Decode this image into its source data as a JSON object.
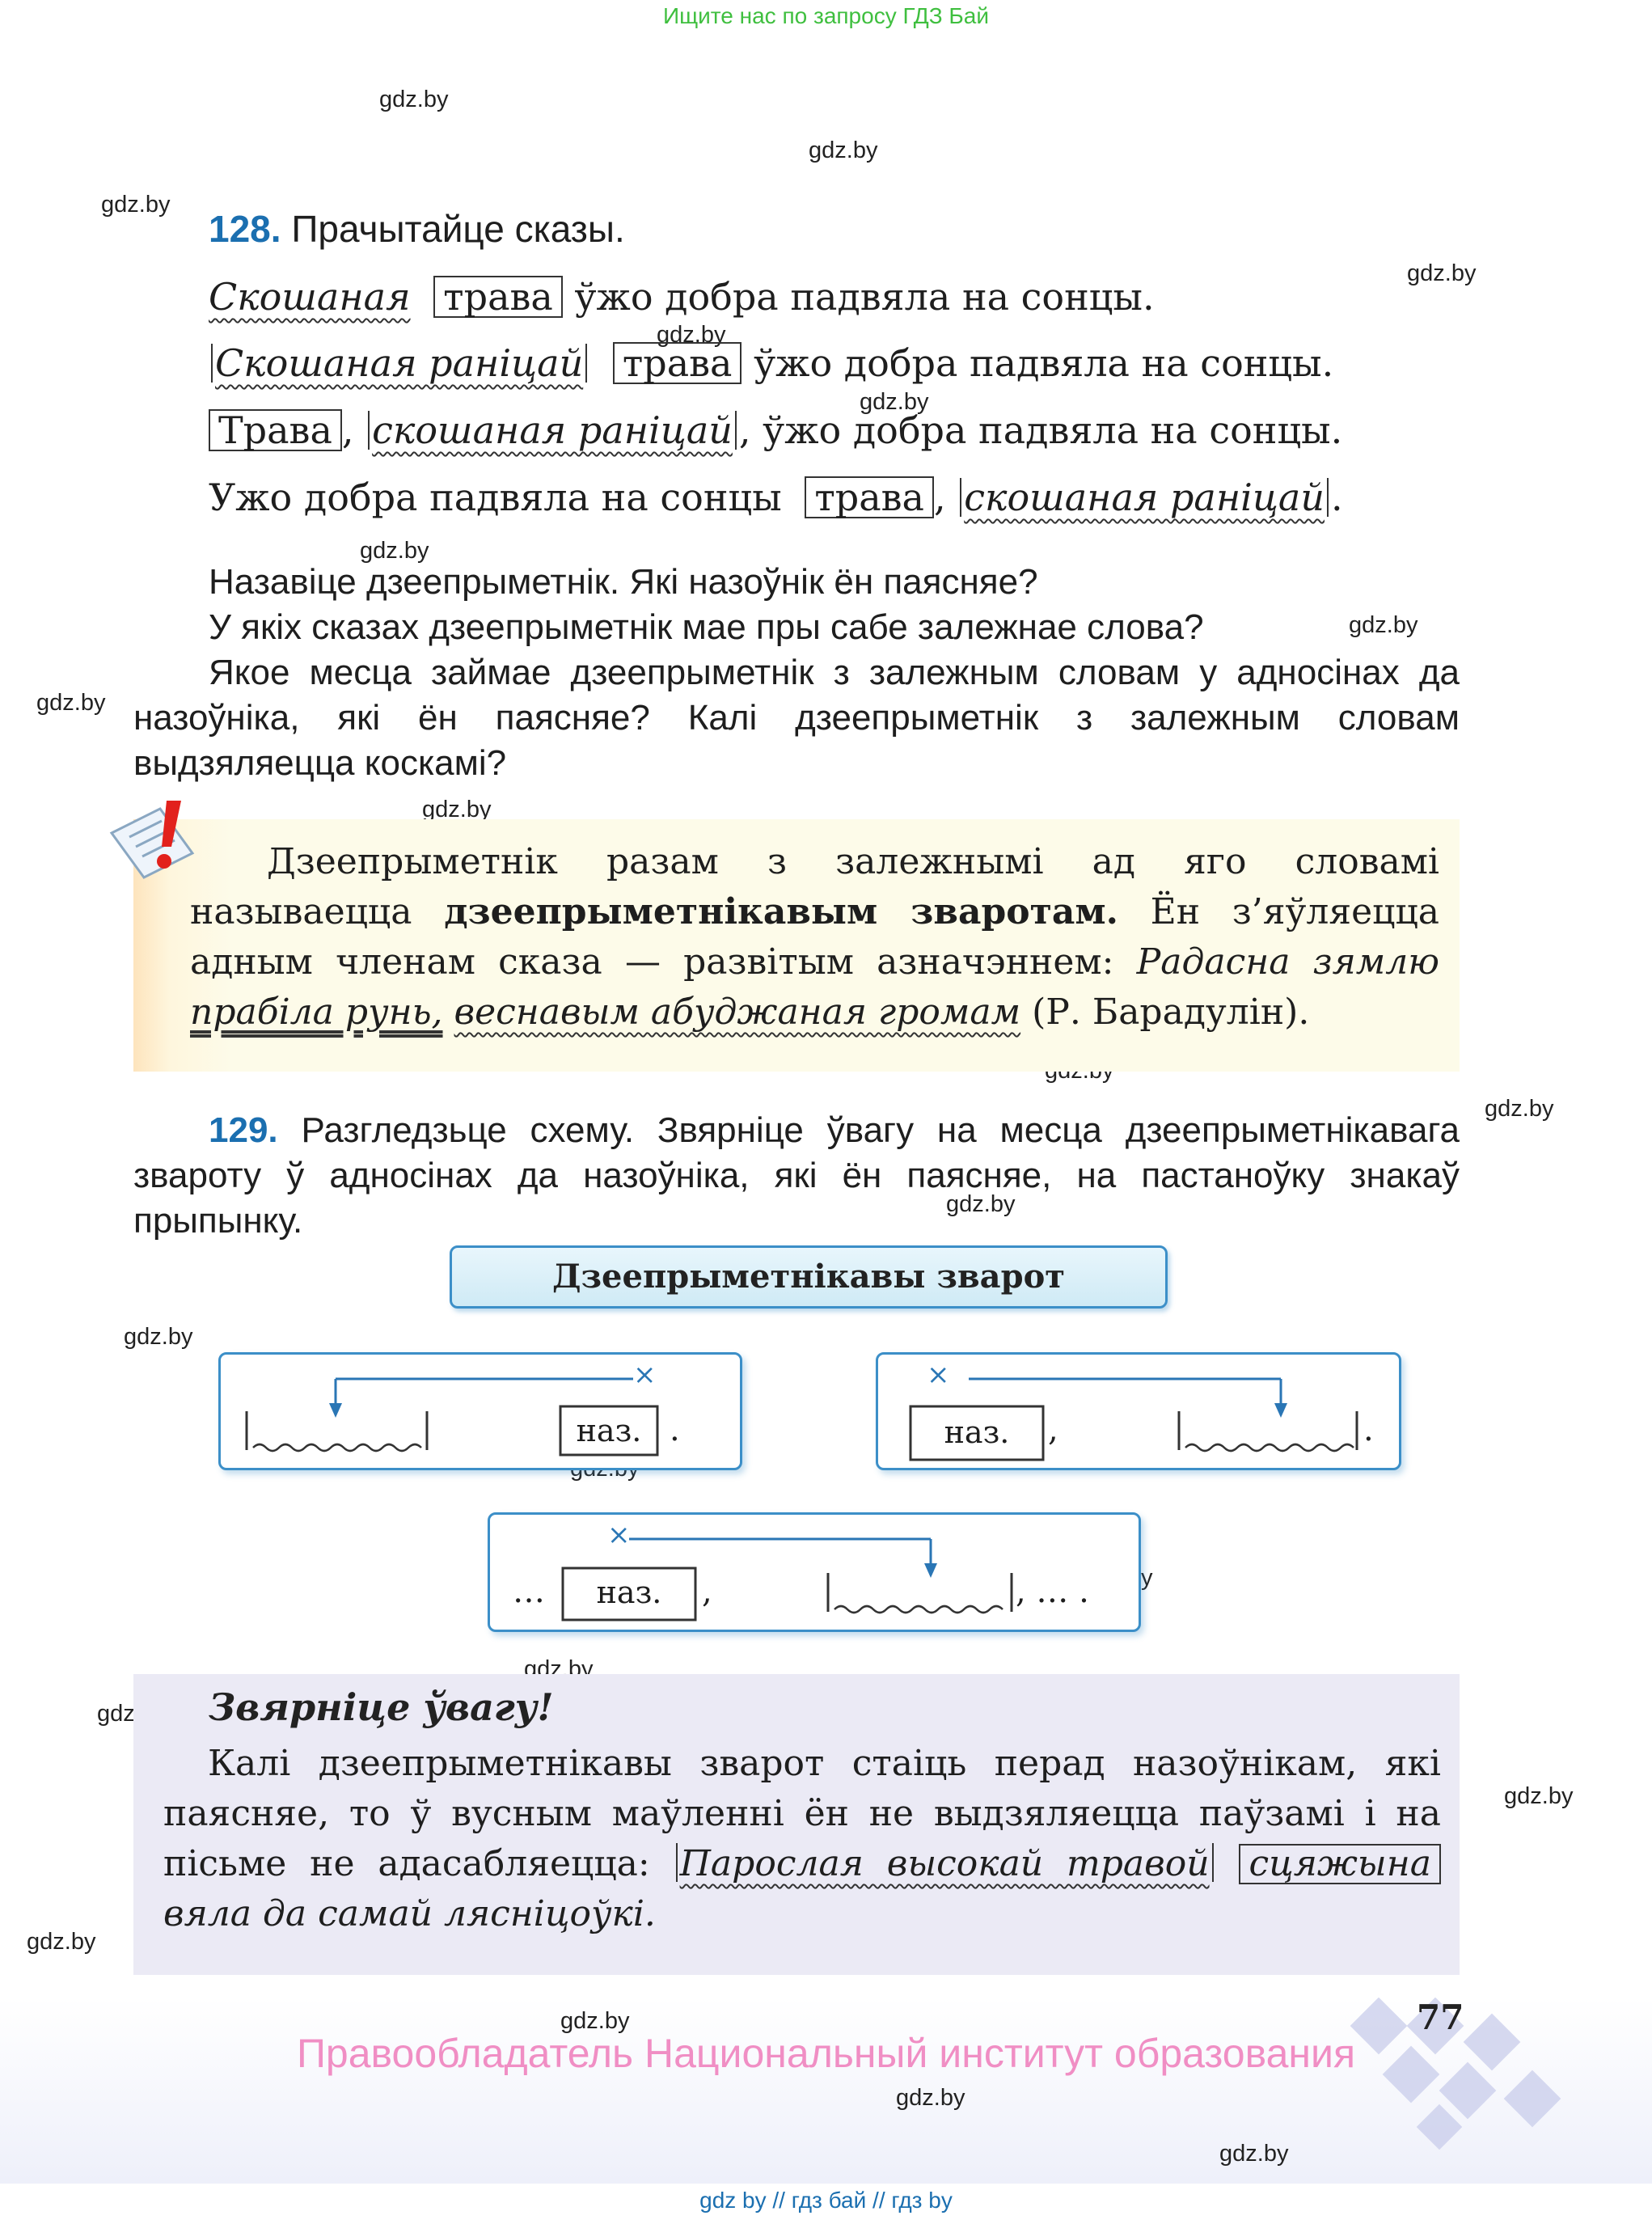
{
  "banner": "Ищите нас по запросу ГДЗ Бай",
  "watermark": "gdz.by",
  "task128": {
    "num": "128.",
    "instruction": "Прачытайце сказы.",
    "s1": {
      "participle": "Скошаная",
      "noun": "трава",
      "rest": "ўжо добра падвяла на сонцы."
    },
    "s2": {
      "phrase": "Скошаная раніцай",
      "noun": "трава",
      "rest": "ўжо добра падвяла на сонцы."
    },
    "s3": {
      "noun": "Трава",
      "comma": ",",
      "phrase": "скошаная раніцай",
      "rest": ", ўжо добра падвяла на сонцы."
    },
    "s4": {
      "start": "Ужо добра падвяла на сонцы",
      "noun": "трава",
      "comma": ",",
      "phrase": "скошаная раніцай",
      "end": "."
    },
    "q1": "Назавіце дзеепрыметнік. Які назоўнік ён паясняе?",
    "q2": "У якіх сказах дзеепрыметнік мае пры сабе залежнае слова?",
    "q3": "Якое месца займае дзеепрыметнік з залежным словам у адносінах да назоўніка, які ён паясняе? Калі дзеепрыметнік з залежным словам выдзяляецца коскамі?"
  },
  "rule": {
    "text_start": "Дзеепрыметнік разам з залежнымі ад яго словамі называецца",
    "term": "дзеепрыметнікавым зваротам.",
    "text_mid": "Ён з’яўляецца адным членам сказа — развітым азначэннем:",
    "ex_a": "Радасна зямлю",
    "ex_b": "прабіла рунь,",
    "ex_c": "веснавым абуджаная громам",
    "author": "(Р. Барадулін)."
  },
  "task129": {
    "num": "129.",
    "text": "Разгледзьце схему. Звярніце ўвагу на месца дзеепрыметнікавага звароту ў адносінах да назоўніка, які ён паясняе, на пастаноўку знакаў прыпынку."
  },
  "schema": {
    "title": "Дзеепрыметнікавы зварот",
    "noun_label": "наз.",
    "cross": "×",
    "dot": ".",
    "comma": ",",
    "ellipsis": "…",
    "tail": ", … ."
  },
  "attention": {
    "title": "Звярніце ўвагу!",
    "text": "Калі дзеепрыметнікавы зварот стаіць перад назоўнікам, які паясняе, то ў вусным маўленні ён не выдзяляецца паўзамі і на пісьме не адасабляецца:",
    "ex_phrase": "Парослая высокай травой",
    "ex_noun": "сцяжына",
    "ex_rest": "вяла да самай лясніцоўкі."
  },
  "footer": {
    "page": "77",
    "copyright": "Правообладатель Национальный институт образования",
    "links": "gdz by  //  гдз бай  //  гдз by"
  }
}
